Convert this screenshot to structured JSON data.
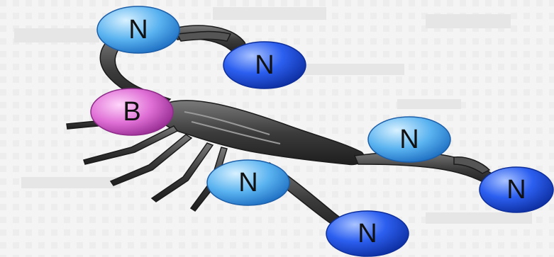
{
  "atoms": [
    {
      "id": "boron",
      "label": "B",
      "element": "boron"
    },
    {
      "id": "nitrogen-1",
      "label": "N",
      "element": "nitrogen"
    },
    {
      "id": "nitrogen-2",
      "label": "N",
      "element": "nitrogen"
    },
    {
      "id": "nitrogen-3",
      "label": "N",
      "element": "nitrogen"
    },
    {
      "id": "nitrogen-4",
      "label": "N",
      "element": "nitrogen"
    },
    {
      "id": "nitrogen-5",
      "label": "N",
      "element": "nitrogen"
    },
    {
      "id": "nitrogen-6",
      "label": "N",
      "element": "nitrogen"
    }
  ],
  "colors": {
    "boron": "#e070d6",
    "nitrogen_light": "#5ab3f0",
    "nitrogen_dark": "#1f4fd8",
    "scorpion": "#3a3a3a",
    "background": "#f4f4f4"
  },
  "icons": [
    "scorpion-illustration"
  ]
}
